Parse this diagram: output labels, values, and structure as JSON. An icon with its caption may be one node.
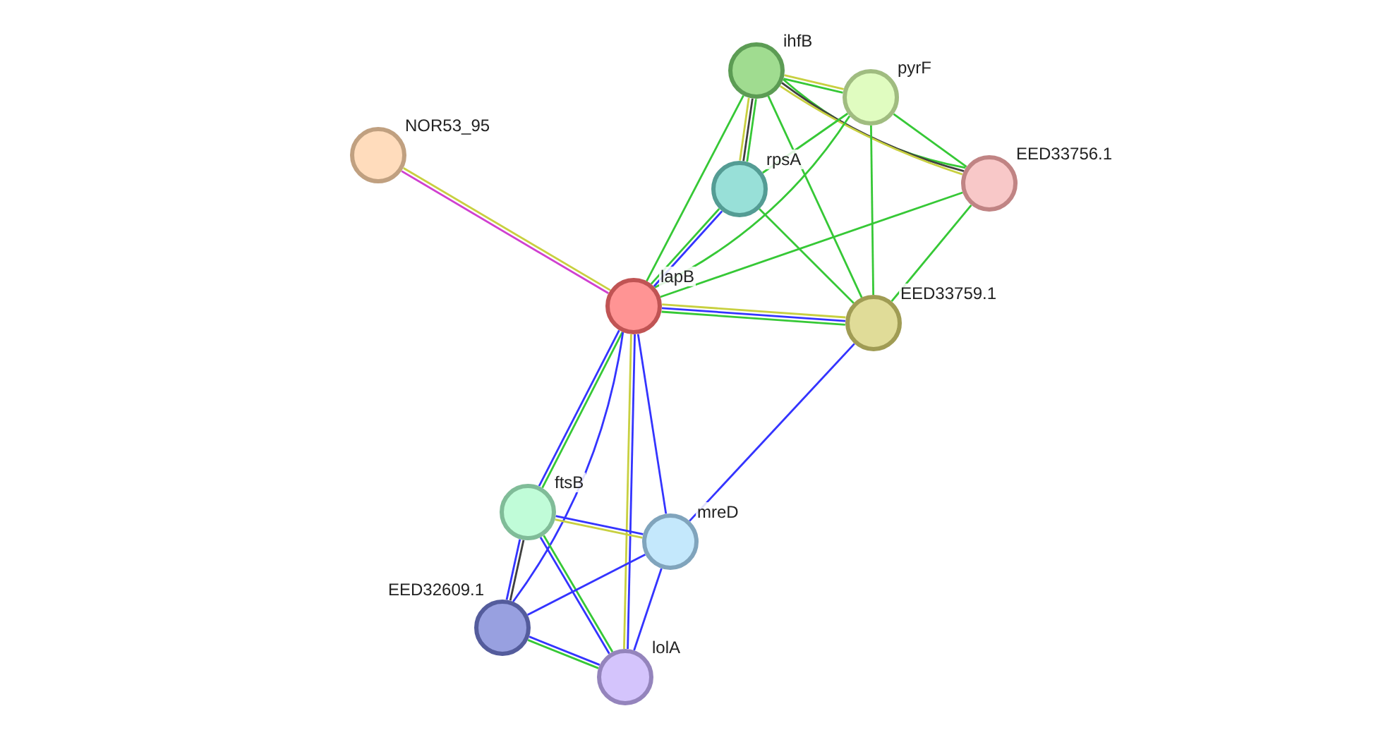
{
  "diagram": {
    "nodes": [
      {
        "text": [
          "ihfB"
        ]
      },
      {
        "text": [
          "pyrF"
        ]
      },
      {
        "text": [
          "NOR53_95"
        ]
      },
      {
        "text": [
          "rpsA"
        ]
      },
      {
        "text": [
          "EED33756.1"
        ]
      },
      {
        "text": [
          "lapB"
        ]
      },
      {
        "text": [
          "EED33759.1"
        ]
      },
      {
        "text": [
          "ftsB"
        ]
      },
      {
        "text": [
          "mreD"
        ]
      },
      {
        "text": [
          "EED32609.1"
        ]
      },
      {
        "text": [
          "lolA"
        ]
      }
    ],
    "edges": [
      {
        "from": 0,
        "to": 1,
        "arrow": "none",
        "color": "#c8d040"
      },
      {
        "from": 0,
        "to": 1,
        "arrow": "none"
      },
      {
        "from": 0,
        "to": 4,
        "arrow": "none"
      },
      {
        "from": 0,
        "to": 4,
        "arrow": "none",
        "color": "#404040"
      },
      {
        "from": 0,
        "to": 4,
        "arrow": "none",
        "color": "#c8d040"
      },
      {
        "from": 0,
        "to": 3,
        "arrow": "none"
      },
      {
        "from": 0,
        "to": 3,
        "arrow": "none",
        "color": "#404040"
      },
      {
        "from": 0,
        "to": 3,
        "arrow": "none",
        "color": "#c8d040"
      },
      {
        "from": 0,
        "to": 5,
        "arrow": "none"
      },
      {
        "from": 0,
        "to": 6,
        "arrow": "none"
      },
      {
        "from": 1,
        "to": 3,
        "arrow": "none"
      },
      {
        "from": 1,
        "to": 5,
        "arrow": "none"
      },
      {
        "from": 1,
        "to": 4,
        "arrow": "none"
      },
      {
        "from": 1,
        "to": 6,
        "arrow": "none"
      },
      {
        "from": 3,
        "to": 5,
        "arrow": "none",
        "color": "#3434ff"
      },
      {
        "from": 3,
        "to": 5,
        "arrow": "none"
      },
      {
        "from": 3,
        "to": 6,
        "arrow": "none"
      },
      {
        "from": 4,
        "to": 5,
        "arrow": "none"
      },
      {
        "from": 4,
        "to": 6,
        "arrow": "none"
      },
      {
        "from": 2,
        "to": 5,
        "arrow": "none",
        "color": "#c8d040"
      },
      {
        "from": 2,
        "to": 5,
        "arrow": "none",
        "color": "#d040d0"
      },
      {
        "from": 5,
        "to": 6,
        "arrow": "none",
        "color": "#c8d040"
      },
      {
        "from": 5,
        "to": 6,
        "arrow": "none",
        "color": "#3434ff"
      },
      {
        "from": 5,
        "to": 6,
        "arrow": "none"
      },
      {
        "from": 5,
        "to": 7,
        "arrow": "none"
      },
      {
        "from": 5,
        "to": 7,
        "arrow": "none",
        "color": "#3434ff"
      },
      {
        "from": 5,
        "to": 9,
        "arrow": "none",
        "color": "#3434ff"
      },
      {
        "from": 5,
        "to": 10,
        "arrow": "none",
        "color": "#3434ff"
      },
      {
        "from": 5,
        "to": 10,
        "arrow": "none",
        "color": "#c8d040"
      },
      {
        "from": 5,
        "to": 8,
        "arrow": "none",
        "color": "#3434ff"
      },
      {
        "from": 6,
        "to": 8,
        "arrow": "none",
        "color": "#3434ff"
      },
      {
        "from": 7,
        "to": 8,
        "arrow": "none",
        "color": "#3434ff"
      },
      {
        "from": 7,
        "to": 8,
        "arrow": "none",
        "color": "#c8d040"
      },
      {
        "from": 7,
        "to": 9,
        "arrow": "none",
        "color": "#404040"
      },
      {
        "from": 7,
        "to": 9,
        "arrow": "none",
        "color": "#3434ff"
      },
      {
        "from": 7,
        "to": 10,
        "arrow": "none"
      },
      {
        "from": 7,
        "to": 10,
        "arrow": "none",
        "color": "#3434ff"
      },
      {
        "from": 8,
        "to": 9,
        "arrow": "none",
        "color": "#3434ff"
      },
      {
        "from": 8,
        "to": 10,
        "arrow": "none",
        "color": "#3434ff"
      },
      {
        "from": 9,
        "to": 10,
        "arrow": "none",
        "color": "#3434ff"
      },
      {
        "from": 9,
        "to": 10,
        "arrow": "none"
      }
    ]
  }
}
